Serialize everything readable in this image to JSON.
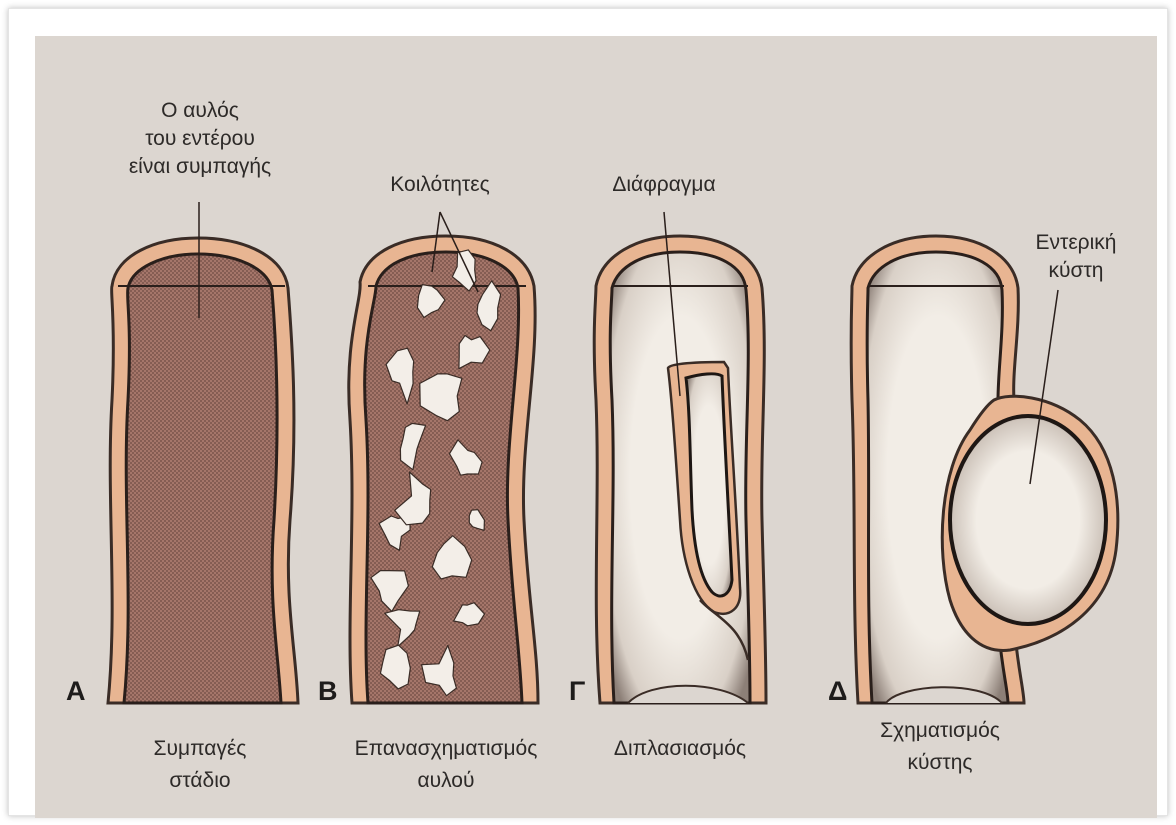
{
  "panels": [
    {
      "letter": "Α",
      "caption_line1": "Συμπαγές",
      "caption_line2": "στάδιο"
    },
    {
      "letter": "Β",
      "caption_line1": "Επανασχηματισμός",
      "caption_line2": "αυλού"
    },
    {
      "letter": "Γ",
      "caption_line1": "Διπλασιασμός",
      "caption_line2": ""
    },
    {
      "letter": "Δ",
      "caption_line1": "Σχηματισμός",
      "caption_line2": "κύστης"
    }
  ],
  "annotations": {
    "solid_lumen_l1": "Ο αυλός",
    "solid_lumen_l2": "του εντέρου",
    "solid_lumen_l3": "είναι συμπαγής",
    "cavities": "Κοιλότητες",
    "septum": "Διάφραγμα",
    "cyst_l1": "Εντερική",
    "cyst_l2": "κύστη"
  },
  "colors": {
    "background": "#dcd6d0",
    "wall": "#e8b592",
    "wall_outline": "#3a2c26",
    "solid_core": "#9a6a5d",
    "lumen": "#f2ede6",
    "text": "#2d2a28"
  }
}
